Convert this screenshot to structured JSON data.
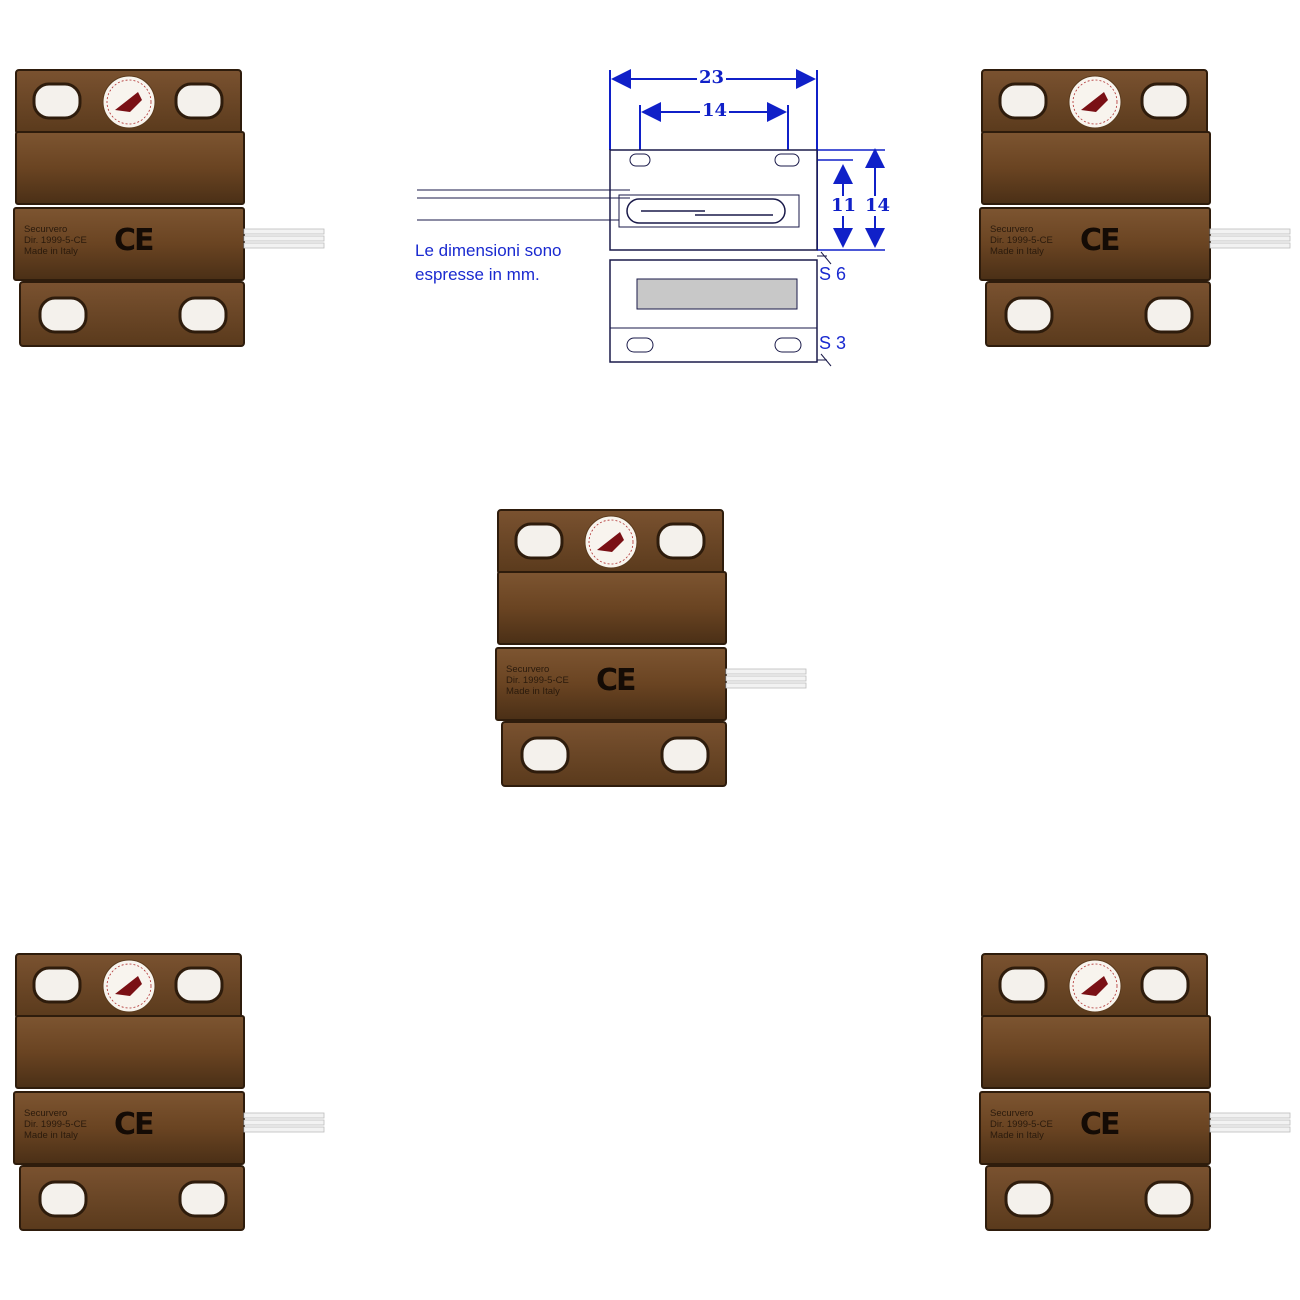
{
  "sensors": [
    {
      "label_line1": "Securvero",
      "label_line2": "Dir. 1999-5-CE",
      "label_line3": "Made in Italy",
      "ce": "CE"
    },
    {
      "label_line1": "Securvero",
      "label_line2": "Dir. 1999-5-CE",
      "label_line3": "Made in Italy",
      "ce": "CE"
    },
    {
      "label_line1": "Securvero",
      "label_line2": "Dir. 1999-5-CE",
      "label_line3": "Made in Italy",
      "ce": "CE"
    },
    {
      "label_line1": "Securvero",
      "label_line2": "Dir. 1999-5-CE",
      "label_line3": "Made in Italy",
      "ce": "CE"
    },
    {
      "label_line1": "Securvero",
      "label_line2": "Dir. 1999-5-CE",
      "label_line3": "Made in Italy",
      "ce": "CE"
    }
  ],
  "diagram": {
    "dim_total_width": "23",
    "dim_hole_spacing": "14",
    "dim_height_inner": "11",
    "dim_height_outer": "14",
    "gap_upper": "S 6",
    "gap_lower": "S 3",
    "note_line1": "Le dimensioni sono",
    "note_line2": "espresse in mm."
  },
  "colors": {
    "body": "#6b4524",
    "body_dark": "#3e2612",
    "body_light": "#8a6038",
    "dimension_blue": "#1020c8",
    "drawing_line": "#1a1a4a"
  }
}
